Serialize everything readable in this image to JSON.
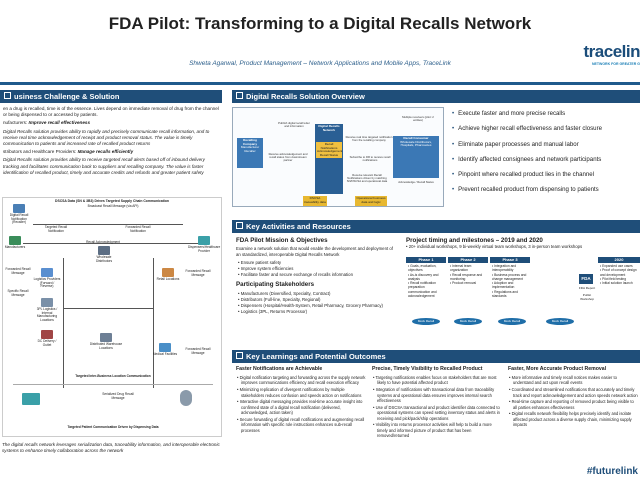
{
  "poster": {
    "title": "FDA Pilot: Transforming to a Digital Recalls Network",
    "authors": "Shweta Agarwal, Product Management – Network Applications and Mobile Apps, TraceLink",
    "brand": "tracelin",
    "brand_tagline": "NETWORK FOR GREATER G",
    "hashtag": "#futurelink"
  },
  "business": {
    "heading": "usiness Challenge & Solution",
    "intro": "en a drug is recalled, time is of the essence. Lives depend on immediate removal of drug from the channel or being dispensed to or accessed by patients.",
    "manufacturers_label": "nufacturers:",
    "manufacturers_goal": "Improve recall effectiveness",
    "manufacturers_text": "Digital Recalls solution provides ability to rapidly and precisely communicate recall information, and to receive real time acknowledgement of receipt and product removal status. The value is timely communication to patients and increased rate of recalled product returns",
    "distributors_label": "stributors and Healthcare Providers:",
    "distributors_goal": "Manage recalls efficiently",
    "distributors_text": "Digital Recalls solution provides ability to receive targeted recall alerts based off of inbound delivery tracking and facilitates communication back to suppliers and recalling company. The value is faster identification of recalled product, timely and accurate credits and refunds and greater patient safety",
    "footer": "The digital recalls network leverages serialization data, traceability information, and interoperable electronic systems to enhance timely collaboration across the network"
  },
  "supply_diagram": {
    "title": "DSCSA Data (SN & 3B3) Drives Targeted Supply Chain Communication",
    "nodes": {
      "digital_recall": "Digital Recall Notification (Recaller)",
      "broadcast": "Broadcast Recall Message (via API)",
      "targeted_1": "Targeted Recall Notification",
      "forwarded_1": "Forwarded Recall Notification",
      "manufacturers": "Manufacturers",
      "recall_ack": "Recall Acknowledgment",
      "wholesale": "Wholesale Distributors",
      "dispensers": "Dispensers/Healthcare Provider",
      "forwarded_2": "Forwarded Recall Message",
      "logistics": "Logistics Providers (Forward / Reverse)",
      "specific": "Specific Recall Message",
      "3pl": "3PL Logistics / Internal Manufacturing Locations",
      "retail": "Retail Locations",
      "forwarded_3": "Forwarded Recall Message",
      "dc": "DC Delivery / Outlet",
      "distributors_loc": "Distributed Warehouse Locations",
      "medical": "Medical Facilities",
      "forwarded_4": "Forwarded Recall Message",
      "bottom_caption": "Targeted Inter-Business Location Communication",
      "serialized": "Serialized Drug Recall Message",
      "bottom_caption_2": "Targeted Patient Communication Driven by Dispensing Data"
    }
  },
  "overview": {
    "heading": "Digital Recalls Solution Overview",
    "diagram": {
      "publish": "Publish digital recall letter and information",
      "network": "Digital Recalls Network",
      "recalling": "Recalling Company",
      "recalling_sub": "Manufacturer Recaller",
      "receive_ack": "Receive acknowledgement and recall status from downstream partner",
      "recall_notif": "Recall Notifications Acknowledgement Recall Status",
      "receive_targeted": "Receive real time targeted notification from the recalling company",
      "subscribe": "Subscribe to DR to receive recall notifications",
      "multiple": "Multiple receivers (pilot: 2 entities)",
      "receive_auto": "Receive relevant Recall Notifications driven by matching SN/DSCSA and operational data",
      "recall_consumer": "Recall Consumer",
      "recall_consumer_sub": "Wholesale Distributors, Hospitals, Pharmacies",
      "ack_status": "Acknowledge / Recall Status",
      "dscsa": "DSCSA traceability data",
      "operational": "Operational business data and logic"
    },
    "bullets": [
      "Execute faster and more precise recalls",
      "Achieve higher recall effectiveness and faster closure",
      "Eliminate paper processes and manual labor",
      "Identify affected consignees and network participants",
      "Pinpoint where recalled product lies in the channel",
      "Prevent recalled product from dispensing to patients"
    ]
  },
  "activities": {
    "heading": "Key Activities and Resources",
    "mission_title": "FDA Pilot Mission & Objectives",
    "mission_text": "Examine a network solution that would enable the development and deployment of an standardized, interoperable Digital Recalls Network",
    "objectives": [
      "Ensure patient safety",
      "Improve system efficiencies",
      "Facilitate faster and secure exchange of recalls information"
    ],
    "stakeholders_title": "Participating Stakeholders",
    "stakeholders": [
      "Manufacturers (Diversified, Specialty, Contract)",
      "Distributors (Full-line, Specialty, Regional)",
      "Dispensers (Hospital/Health-System, Retail Pharmacy, Grocery Pharmacy)",
      "Logistics (3PL, Returns Processor)"
    ],
    "timeline_title": "Project timing and milestones – 2019 and 2020",
    "timeline_sub": "20+ individual workshops, 9 bi-weekly virtual team workshops, 3 in-person team workshops",
    "phases": [
      {
        "label": "Phase 1",
        "items": [
          "Goals, evaluation, objectives",
          "As-is discovery and analysis",
          "Recall notification preparation communication and acknowledgement"
        ]
      },
      {
        "label": "Phase 2",
        "items": [
          "Internal team organization",
          "Recall response and monitoring",
          "Product removal"
        ]
      },
      {
        "label": "Phase 3",
        "items": [
          "Integration and interoperability",
          "Business process and change management",
          "Adoption and implementation",
          "Regulations and standards"
        ]
      },
      {
        "label": "2020",
        "items": [
          "Expanded use cases",
          "Proof of concept design and development",
          "Pilot field testing",
          "Initial solution launch"
        ]
      }
    ],
    "mock_recall": "Mock Recall",
    "fda_logo": "FDA",
    "fda_report": "FDA Report",
    "public_workshop": "Public Workshop"
  },
  "learnings": {
    "heading": "Key Learnings and Potential Outcomes",
    "columns": [
      {
        "title": "Faster Notifications are Achievable",
        "items": [
          "Digital notification targeting and forwarding across the supply network improves communications efficiency and recall execution efficacy",
          "Minimizing replication of divergent notifications by multiple stakeholders reduces confusion and speeds action on notifications",
          "Interactive digital messaging provides real-time accurate insight into confirmed state of a digital recall notification (delivered, acknowledged, action taken)",
          "Secure forwarding of digital recall notifications and augmenting recall information with specific role instructions enhances sub-recall processes"
        ]
      },
      {
        "title": "Precise, Timely Visibility to Recalled Product",
        "items": [
          "Targeting notifications enables focus on stakeholders that are most likely to have potential affected product",
          "Integration of notifications with transactional data from traceability systems and operational data ensures improves internal search effectiveness",
          "Use of DSCSA transactional and product identifier data connected to operational systems can speed setting inventory status and alerts in receiving and pick/pack/ship operations",
          "Visibility into returns processor activities will help to build a more timely and informed picture of product that has been removed/returned"
        ]
      },
      {
        "title": "Faster, More Accurate Product Removal",
        "items": [
          "More informative and timely recall notices makes easier to understand and act upon recall events",
          "Coordinated and streamlined notifications that accurately and timely track and report acknowledgement and action speeds network action",
          "Real-time capture and reporting of removed product being visible to all parties enhances effectiveness",
          "Digital recalls network flexibility helps precisely identify and isolate affected product across a diverse supply chain, minimizing supply impacts"
        ]
      }
    ]
  },
  "colors": {
    "header": "#1f4e79",
    "accent": "#1f6ea8",
    "brand": "#1b4d7a"
  }
}
